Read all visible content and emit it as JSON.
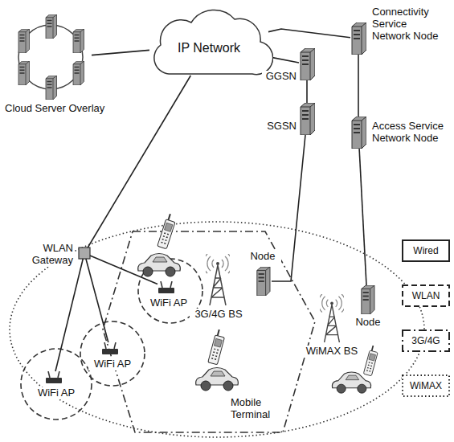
{
  "diagram": {
    "nodes": [
      {
        "text": [
          "Cloud Server Overlay"
        ]
      },
      {
        "text": [
          "IP Network"
        ]
      },
      {
        "text": [
          "Connectivity Service Network Node"
        ]
      },
      {
        "text": [
          "GGSN"
        ]
      },
      {
        "text": [
          "SGSN"
        ]
      },
      {
        "text": [
          "Access Service Network Node"
        ]
      },
      {
        "text": [
          "WLAN Gateway"
        ]
      },
      {
        "text": [
          "WiFi AP"
        ]
      },
      {
        "text": [
          "3G/4G BS"
        ]
      },
      {
        "text": [
          "Node"
        ]
      },
      {
        "text": [
          "WiMAX BS"
        ]
      },
      {
        "text": [
          "Node"
        ]
      },
      {
        "text": [
          "WiFi AP"
        ]
      },
      {
        "text": [
          "WiFi AP"
        ]
      },
      {
        "text": [
          "Mobile Terminal"
        ]
      }
    ],
    "edges": [
      {
        "from": 0,
        "to": 1,
        "arrow": "none"
      },
      {
        "from": 1,
        "to": 2,
        "arrow": "none"
      },
      {
        "from": 1,
        "to": 3,
        "arrow": "none"
      },
      {
        "from": 3,
        "to": 4,
        "arrow": "none"
      },
      {
        "from": 4,
        "to": 9,
        "arrow": "none"
      },
      {
        "from": 2,
        "to": 5,
        "arrow": "none"
      },
      {
        "from": 5,
        "to": 11,
        "arrow": "none"
      },
      {
        "from": 1,
        "to": 6,
        "arrow": "none"
      },
      {
        "from": 6,
        "to": 7,
        "arrow": "none"
      },
      {
        "from": 6,
        "to": 12,
        "arrow": "none"
      },
      {
        "from": 6,
        "to": 13,
        "arrow": "none"
      }
    ],
    "legend": [
      {
        "text": "Wired"
      },
      {
        "text": "WLAN"
      },
      {
        "text": "3G/4G"
      },
      {
        "text": "WiMAX"
      }
    ]
  }
}
